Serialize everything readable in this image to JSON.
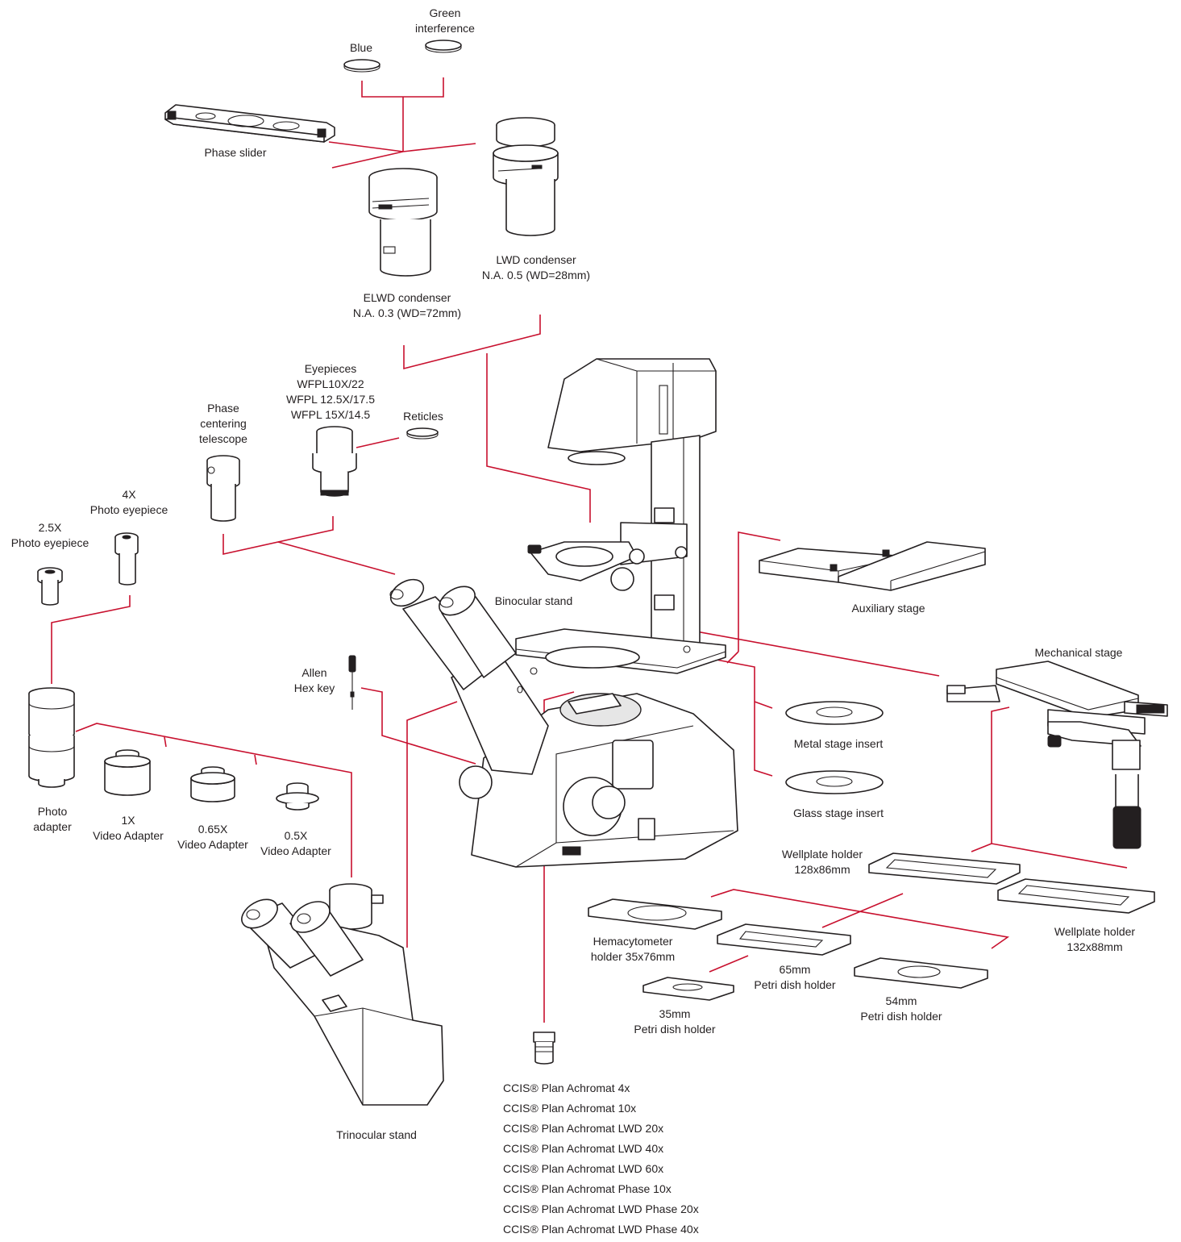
{
  "colors": {
    "connector": "#c8102e",
    "line_art": "#231f20",
    "background": "#ffffff"
  },
  "labels": {
    "green_interference": [
      "Green",
      "interference"
    ],
    "blue": "Blue",
    "phase_slider": "Phase slider",
    "lwd_condenser": [
      "LWD condenser",
      "N.A. 0.5 (WD=28mm)"
    ],
    "elwd_condenser": [
      "ELWD condenser",
      "N.A. 0.3 (WD=72mm)"
    ],
    "eyepieces": [
      "Eyepieces",
      "WFPL10X/22",
      "WFPL 12.5X/17.5",
      "WFPL 15X/14.5"
    ],
    "reticles": "Reticles",
    "phase_telescope": [
      "Phase",
      "centering",
      "telescope"
    ],
    "photo_eyepiece_4x": [
      "4X",
      "Photo eyepiece"
    ],
    "photo_eyepiece_25x": [
      "2.5X",
      "Photo eyepiece"
    ],
    "binocular_stand": "Binocular stand",
    "auxiliary_stage": "Auxiliary stage",
    "mechanical_stage": "Mechanical stage",
    "allen_key": [
      "Allen",
      "Hex key"
    ],
    "metal_insert": "Metal stage insert",
    "glass_insert": "Glass stage insert",
    "photo_adapter": [
      "Photo",
      "adapter"
    ],
    "video_1x": [
      "1X",
      "Video Adapter"
    ],
    "video_065x": [
      "0.65X",
      "Video Adapter"
    ],
    "video_05x": [
      "0.5X",
      "Video Adapter"
    ],
    "wellplate_128": [
      "Wellplate holder",
      "128x86mm"
    ],
    "wellplate_132": [
      "Wellplate holder",
      "132x88mm"
    ],
    "hemacytometer": [
      "Hemacytometer",
      "holder 35x76mm"
    ],
    "petri_65": [
      "65mm",
      "Petri dish holder"
    ],
    "petri_54": [
      "54mm",
      "Petri dish holder"
    ],
    "petri_35": [
      "35mm",
      "Petri dish holder"
    ],
    "trinocular_stand": "Trinocular stand"
  },
  "objectives": [
    "CCIS® Plan Achromat 4x",
    "CCIS® Plan Achromat 10x",
    "CCIS® Plan Achromat LWD 20x",
    "CCIS® Plan Achromat LWD 40x",
    "CCIS® Plan Achromat LWD 60x",
    "CCIS® Plan Achromat Phase 10x",
    "CCIS® Plan Achromat LWD Phase 20x",
    "CCIS® Plan Achromat LWD Phase 40x"
  ]
}
